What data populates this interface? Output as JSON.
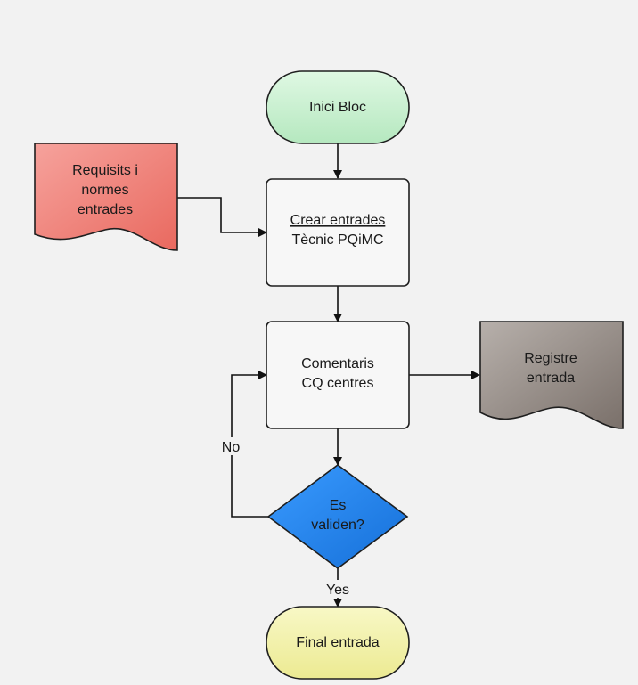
{
  "flowchart": {
    "nodes": {
      "start": {
        "label": "Inici Bloc",
        "shape": "terminator",
        "color": "#c8f0cf"
      },
      "requirements": {
        "lines": [
          "Requisits i",
          "normes",
          "entrades"
        ],
        "shape": "document",
        "color": "#ef8680"
      },
      "create": {
        "title": "Crear entrades",
        "subtitle": "Tècnic PQiMC",
        "shape": "process",
        "color": "#f7f7f7"
      },
      "comments": {
        "lines": [
          "Comentaris",
          "CQ centres"
        ],
        "shape": "process",
        "color": "#f7f7f7"
      },
      "register": {
        "lines": [
          "Registre",
          "entrada"
        ],
        "shape": "document",
        "color": "#8f8680"
      },
      "decision": {
        "lines": [
          "Es",
          "validen?"
        ],
        "shape": "decision",
        "color": "#1f86f2"
      },
      "end": {
        "label": "Final entrada",
        "shape": "terminator",
        "color": "#f3f2a8"
      }
    },
    "edges": {
      "no_label": "No",
      "yes_label": "Yes"
    }
  }
}
